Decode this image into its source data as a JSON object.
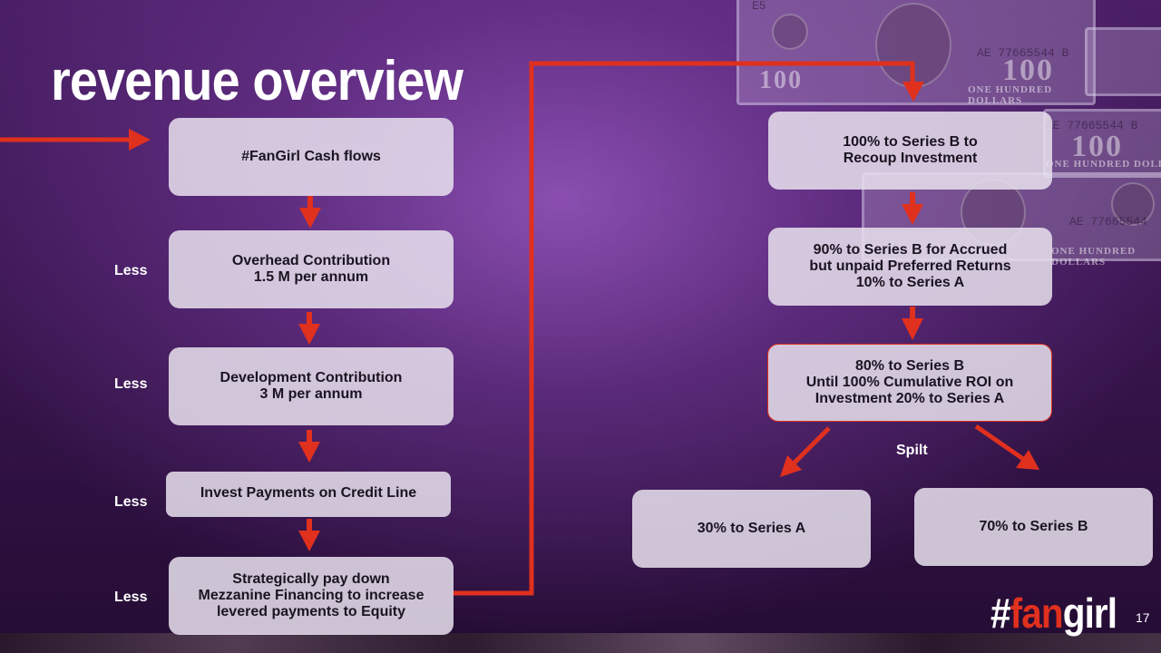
{
  "slide": {
    "title": "revenue overview",
    "page_number": "17"
  },
  "logo": {
    "hash": "#",
    "fan": "fan",
    "girl": "girl"
  },
  "left_flow": {
    "start": "#FanGirl Cash flows",
    "overhead": "Overhead Contribution\n1.5 M per annum",
    "development": "Development Contribution\n3 M per annum",
    "credit_line": "Invest Payments on Credit Line",
    "mezzanine": "Strategically pay down\nMezzanine Financing to increase\nlevered  payments to Equity",
    "less_labels": [
      "Less",
      "Less",
      "Less",
      "Less"
    ]
  },
  "right_flow": {
    "step1": "100% to Series B to\nRecoup Investment",
    "step2": "90% to Series B for Accrued\nbut unpaid Preferred Returns\n10% to Series A",
    "step3": "80% to Series B\nUntil 100% Cumulative ROI on\nInvestment 20% to Series A",
    "split_label": "Spilt",
    "series_a": "30% to Series A",
    "series_b": "70% to Series B"
  },
  "background_bills": {
    "serial": "AE 77665544 B",
    "serial_alt": "AE 77665544",
    "denomination": "100",
    "banner": "ONE HUNDRED DOLLARS",
    "letter": "E5"
  },
  "colors": {
    "arrow": "#e0301e",
    "box_fill": "#e8e1ee",
    "text_dark": "#1a1420",
    "bg_purple": "#4a1f66"
  }
}
